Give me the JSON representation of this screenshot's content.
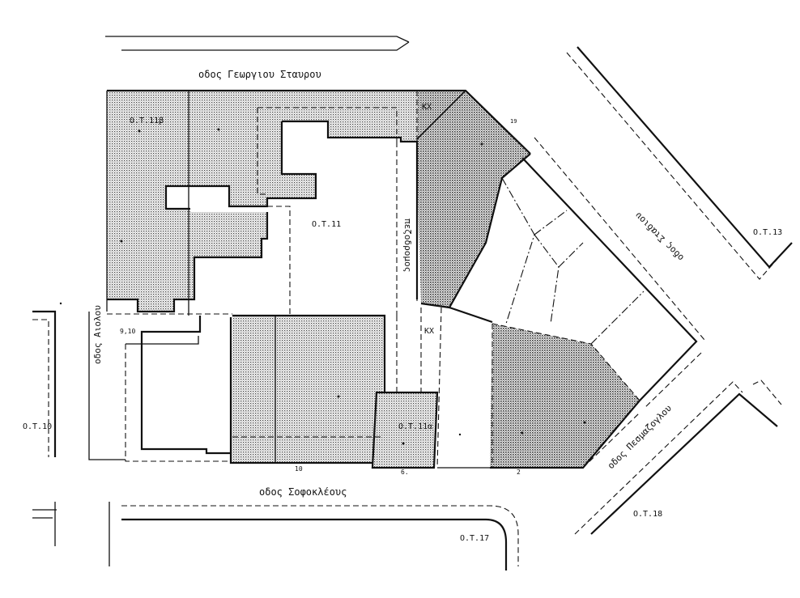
{
  "streets": {
    "georgiou_stavrou": "οδος Γεωργιου Σταυρου",
    "aiolou": "οδος Αιολου",
    "sofokleous": "οδος Σοφοκλέους",
    "stadiou": "οδος Σταδιου",
    "pesmazoglou": "οδος Πεσμαζογλου",
    "pedestrian": "πεζοδρομος"
  },
  "blocks": {
    "ot11": "Ο.Τ.11",
    "ot11b": "Ο.Τ.11β",
    "ot11a": "Ο.Τ.11α",
    "ot10": "Ο.Τ.10",
    "ot13": "Ο.Τ.13",
    "ot17": "Ο.Τ.17",
    "ot18": "Ο.Τ.18"
  },
  "markers": {
    "kx_top": "ΚΧ",
    "kx_mid": "ΚΧ"
  },
  "dimensions": {
    "d_910": "9,10",
    "d_10": "10",
    "d_6": "6.",
    "d_2": "2",
    "d_19": "19"
  },
  "colors": {
    "line": "#111111",
    "hatch": "#555555",
    "background": "#ffffff"
  }
}
